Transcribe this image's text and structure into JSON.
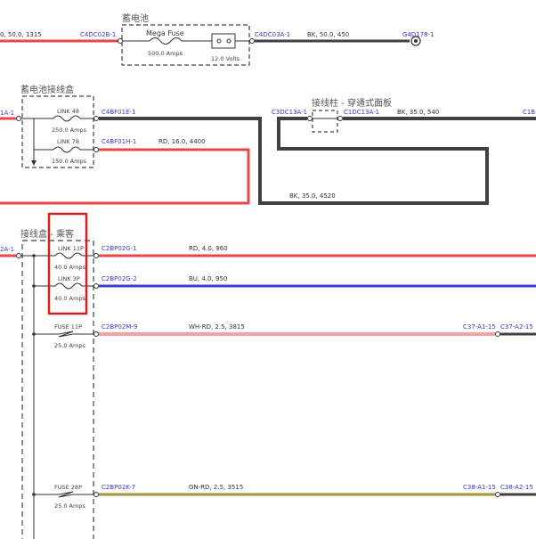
{
  "sections": {
    "battery_title": "蓄电池",
    "junction_box_title": "蓄电池接线盒",
    "feedthrough_title": "接线柱 - 穿通式面板",
    "passenger_box_title": "接线盒 - 乘客"
  },
  "battery": {
    "left_wire": "0, 50.0, 1315",
    "left_connector": "C4DC02B-1",
    "fuse_name": "Mega Fuse",
    "fuse_rating": "500.0 Amps",
    "battery_rating": "12.0 Volts",
    "out_connector": "C4DC03A-1",
    "out_wire": "BK, 50.0, 450",
    "ground": "G4D178-1"
  },
  "junction_box": {
    "in_connector": "1A-1",
    "link48_name": "LINK 48",
    "link48_rating": "250.0 Amps",
    "link48_out": "C4BF01E-1",
    "link78_name": "LINK 78",
    "link78_rating": "150.0 Amps",
    "link78_out": "C4BF01H-1",
    "link78_wire": "RD, 16.0, 4400"
  },
  "feedthrough": {
    "left_connector": "C3DC13A-1",
    "right_connector": "C1DC13A-1",
    "wire": "BK, 35.0, 540",
    "far_right": "C1B",
    "loop_wire": "BK, 35.0, 4520"
  },
  "passenger_box": {
    "in_connector": "2A-1",
    "link11_name": "LINK 11P",
    "link11_rating": "40.0 Amps",
    "link11_out": "C2BP02G-1",
    "link11_wire": "RD, 4.0, 960",
    "link3_name": "LINK 3P",
    "link3_rating": "40.0 Amps",
    "link3_out": "C2BP02G-2",
    "link3_wire": "BU, 4.0, 950",
    "fuse11_name": "FUSE 11P",
    "fuse11_rating": "25.0 Amps",
    "fuse11_out": "C2BP02M-9",
    "fuse11_wire": "WH-RD, 2.5, 3815",
    "fuse11_dest1": "C37-A1-15",
    "fuse11_dest2": "C37-A2-15",
    "fuse28_name": "FUSE 28P",
    "fuse28_rating": "25.0 Amps",
    "fuse28_out": "C2BP02K-7",
    "fuse28_wire": "GN-RD, 2.5, 3515",
    "fuse28_dest1": "C38-A1-15",
    "fuse28_dest2": "C38-A2-15"
  },
  "colors": {
    "red": "#e8474a",
    "black": "#404040",
    "blue": "#3b3bd6",
    "olive": "#8a7a2a",
    "highlight": "#d42020"
  }
}
